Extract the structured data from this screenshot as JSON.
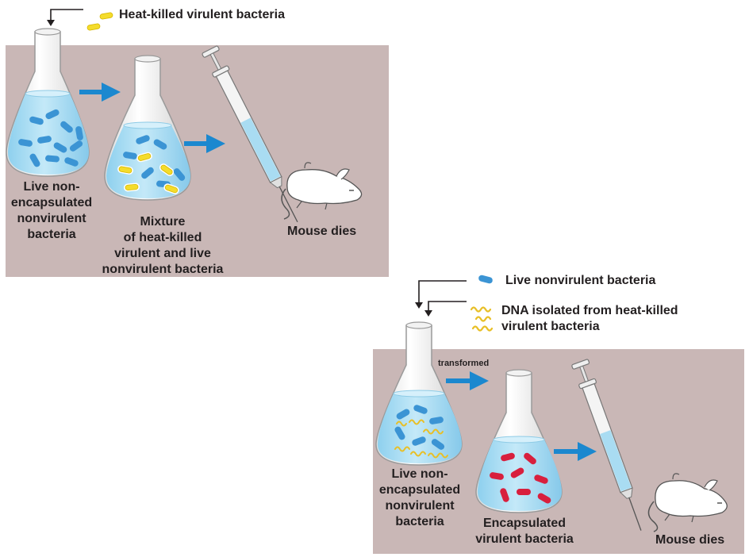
{
  "panel1": {
    "legend_heat_killed": "Heat-killed virulent bacteria",
    "flask_label": [
      "Live non-",
      "encapsulated",
      "nonvirulent",
      "bacteria"
    ],
    "mixture_label": [
      "Mixture",
      "of heat-killed",
      "virulent and live",
      "nonvirulent bacteria"
    ],
    "result_label": "Mouse dies"
  },
  "panel2": {
    "legend_live": "Live nonvirulent bacteria",
    "legend_dna": [
      "DNA isolated from heat-killed",
      "virulent bacteria"
    ],
    "transformed_label": "transformed",
    "flask_label": [
      "Live non-",
      "encapsulated",
      "nonvirulent",
      "bacteria"
    ],
    "encapsulated_label": [
      "Encapsulated",
      "virulent bacteria"
    ],
    "result_label": "Mouse dies"
  },
  "colors": {
    "panel_bg": "#c9b7b6",
    "liquid": "#a9dcf2",
    "live_bacteria": "#3b94d4",
    "heat_killed_bacteria": "#f4dc2c",
    "virulent_bacteria": "#d81f3d",
    "dna": "#e8bf27",
    "arrow": "#1b88cf"
  },
  "icons": [
    "flask-icon",
    "syringe-icon",
    "mouse-icon",
    "arrow-right-icon",
    "bacterium-icon",
    "dna-strand-icon"
  ]
}
